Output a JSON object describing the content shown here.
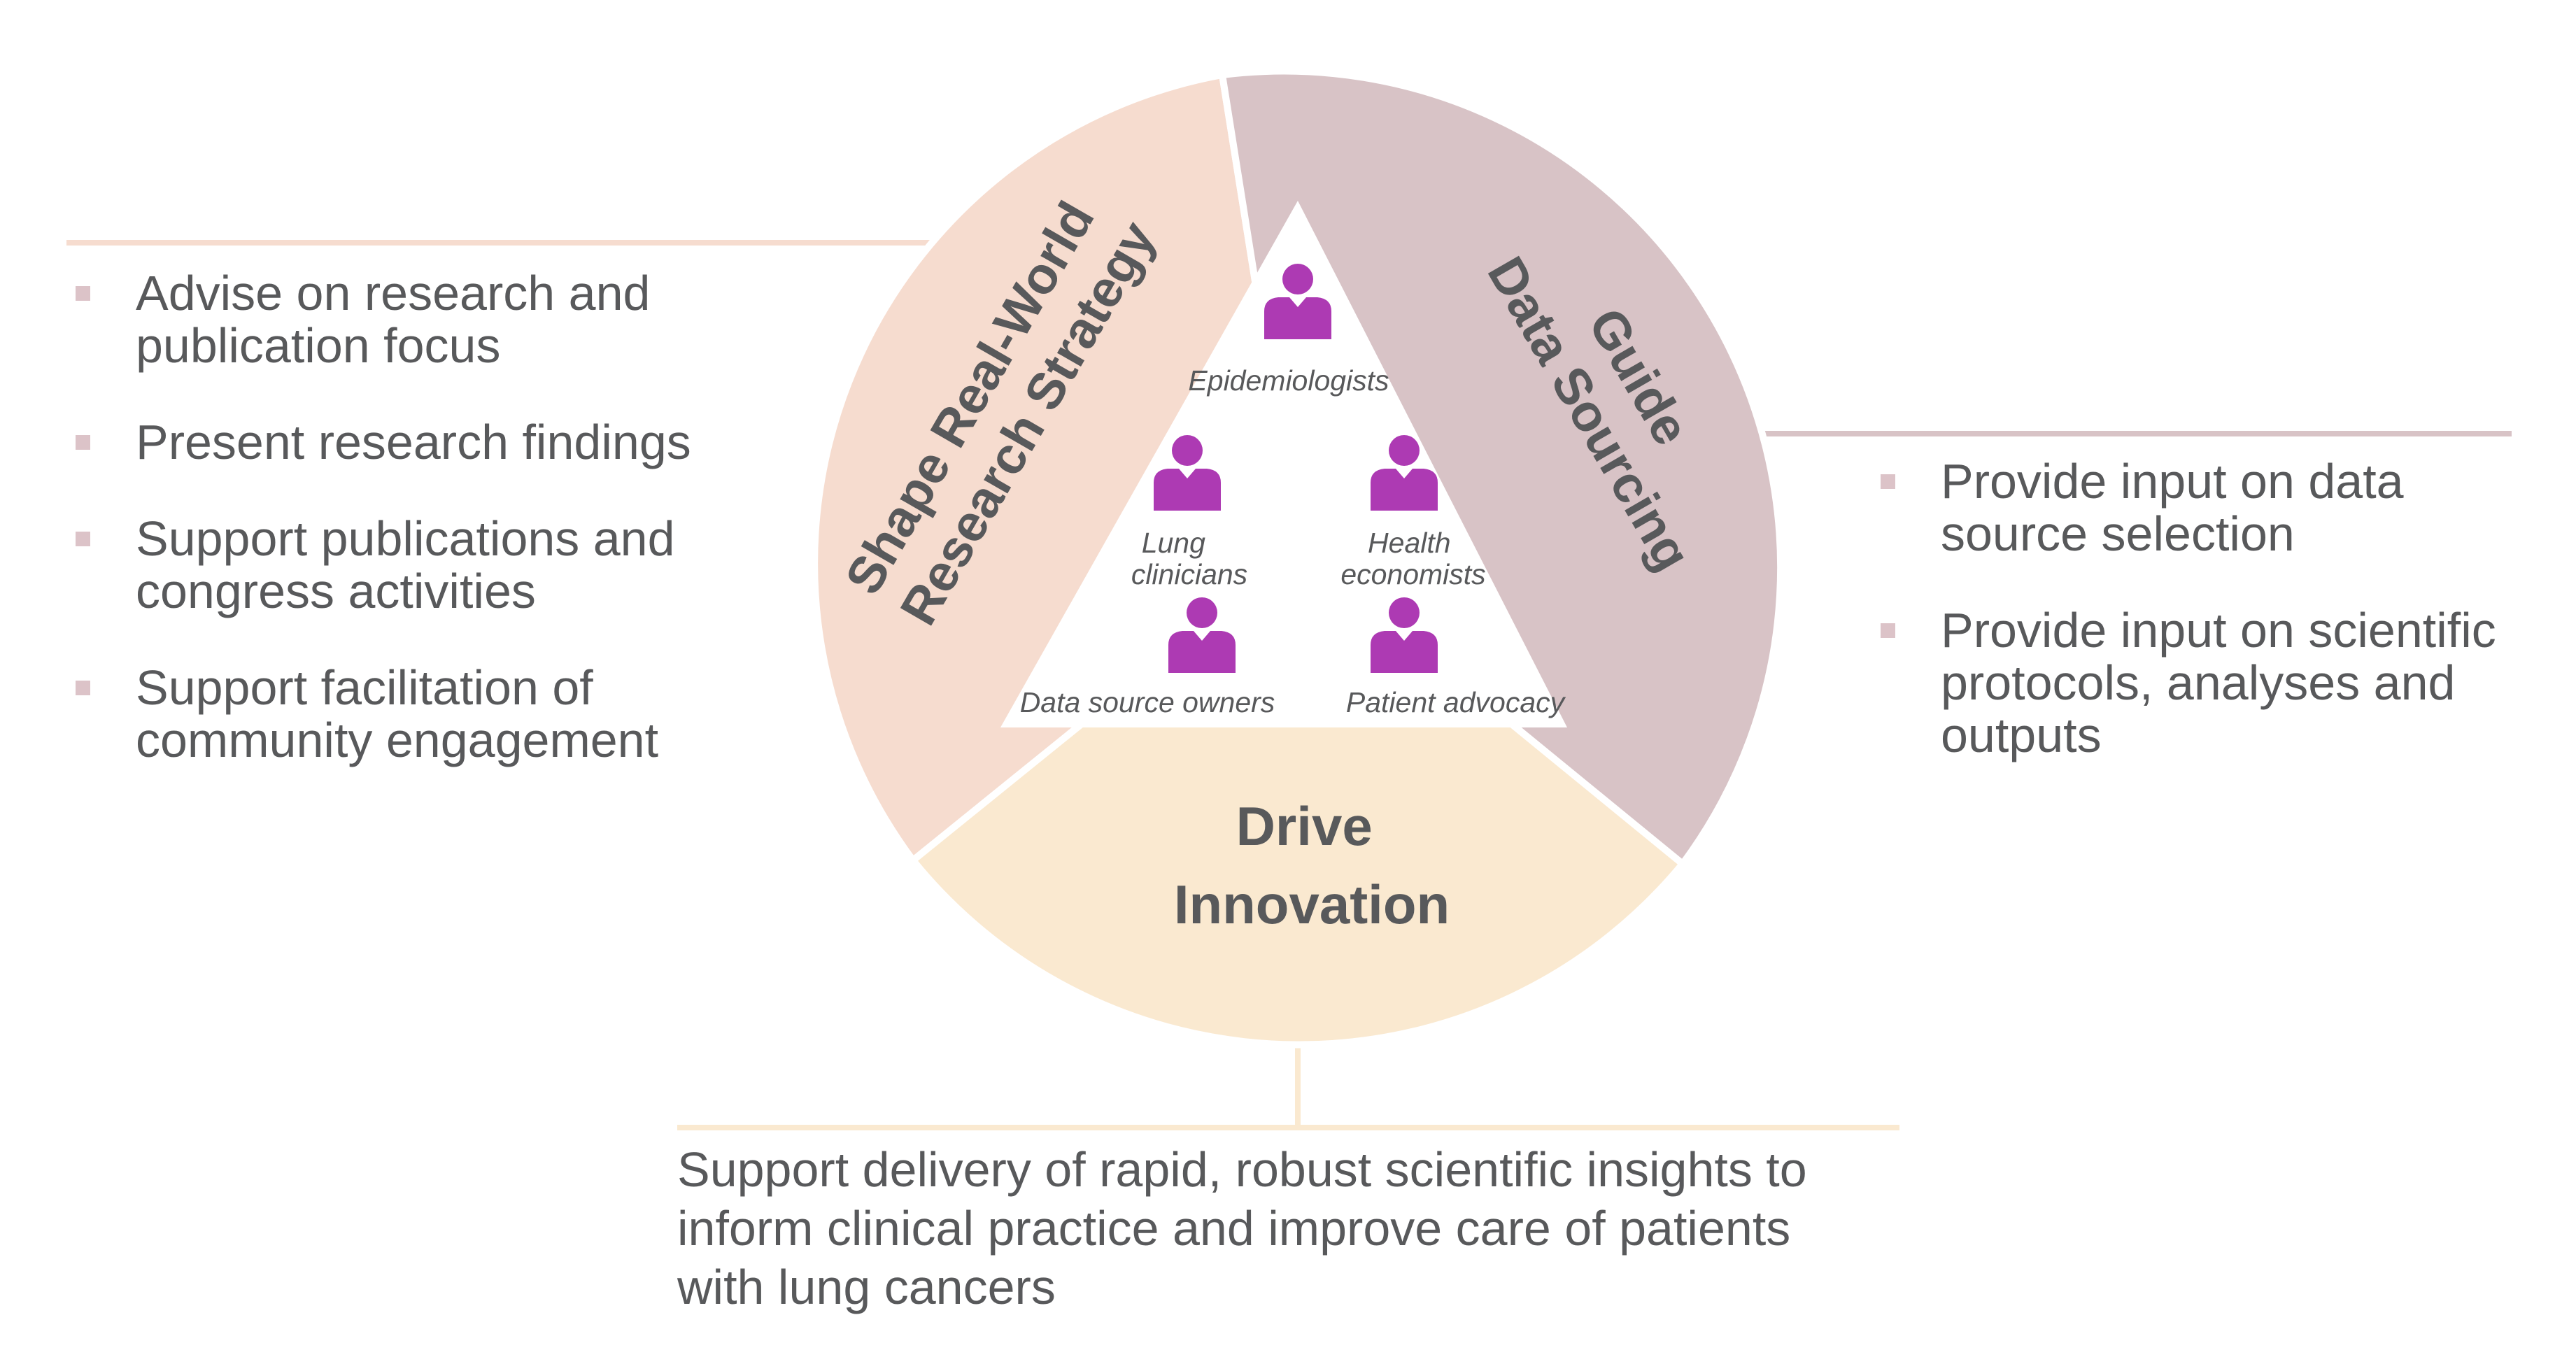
{
  "colors": {
    "shape_segment": "#f6dccf",
    "guide_segment": "#d8c3c6",
    "drive_segment": "#fae9d0",
    "connector_left": "#f6dccf",
    "connector_right": "#d8c3c6",
    "connector_bottom": "#fae9d0",
    "person_icon": "#ad3ab3",
    "heading_text": "#58595b",
    "bullet_square": "#dcc3c8"
  },
  "segments": {
    "shape": {
      "line1": "Shape Real-World",
      "line2": "Research Strategy"
    },
    "guide": {
      "line1": "Guide",
      "line2": "Data Sourcing"
    },
    "drive": {
      "line1": "Drive",
      "line2": "Innovation"
    }
  },
  "stakeholders": [
    {
      "label": "Epidemiologists",
      "icon": "person-icon"
    },
    {
      "label_line1": "Lung",
      "label_line2": "clinicians",
      "icon": "person-icon"
    },
    {
      "label_line1": "Health",
      "label_line2": "economists",
      "icon": "person-icon"
    },
    {
      "label": "Data source owners",
      "icon": "person-icon"
    },
    {
      "label": "Patient advocacy",
      "icon": "person-icon"
    }
  ],
  "left_bullets": [
    {
      "line1": "Advise on research and",
      "line2": "publication focus"
    },
    {
      "line1": "Present research findings"
    },
    {
      "line1": "Support publications and",
      "line2": "congress activities"
    },
    {
      "line1": "Support facilitation of",
      "line2": "community engagement"
    }
  ],
  "right_bullets": [
    {
      "line1": "Provide input on data",
      "line2": "source selection"
    },
    {
      "line1": "Provide input on scientific",
      "line2": "protocols, analyses and",
      "line3": "outputs"
    }
  ],
  "bottom": {
    "line1": "Support delivery of rapid, robust scientific insights to",
    "line2": "inform clinical practice and improve care of patients",
    "line3": "with lung cancers"
  }
}
